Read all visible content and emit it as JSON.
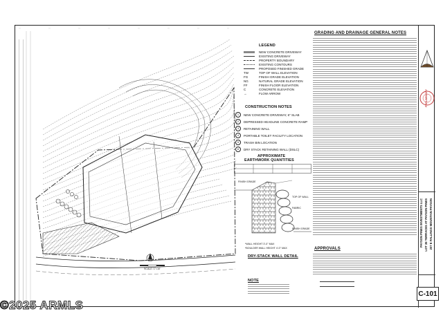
{
  "sheet": {
    "sheet_number": "C-101",
    "watermark": "©2025 ARMLS"
  },
  "site_plan": {
    "north_label": "N",
    "scale_label": "SCALE: 1\"=10'"
  },
  "legend": {
    "title": "LEGEND",
    "items": [
      {
        "label": "NEW CONCRETE DRIVEWAY",
        "style": "hatch"
      },
      {
        "label": "EXISTING DRIVEWAY",
        "style": "solid"
      },
      {
        "label": "PROPERTY BOUNDARY",
        "style": "dash"
      },
      {
        "label": "EXISTING CONTOURS",
        "style": "dash"
      },
      {
        "label": "PROPOSED FINISHED GRADE",
        "style": "solid"
      },
      {
        "label": "TOP OF WALL ELEVATION",
        "style": "text"
      },
      {
        "label": "FINISH GRADE ELEVATION",
        "style": "text"
      },
      {
        "label": "NATURAL GRADE ELEVATION",
        "style": "text"
      },
      {
        "label": "FINISH FLOOR ELEVATION",
        "style": "text"
      },
      {
        "label": "CONCRETE ELEVATION",
        "style": "text"
      },
      {
        "label": "FLOW ARROW",
        "style": "arrow"
      }
    ]
  },
  "construction_notes": {
    "title": "CONSTRUCTION NOTES",
    "items": [
      {
        "num": "1",
        "text": "NEW CONCRETE DRIVEWAY, 6\" SLAB"
      },
      {
        "num": "2",
        "text": "DEPRESSED HEADLINE CONCRETE RAMP"
      },
      {
        "num": "3",
        "text": "RETAINING WALL"
      },
      {
        "num": "4",
        "text": "PORTABLE TOILET FACILITY LOCATION"
      },
      {
        "num": "5",
        "text": "TRASH BIN LOCATION"
      },
      {
        "num": "6",
        "text": "DRY STACK RETAINING WALL (DSLC)"
      }
    ]
  },
  "earthwork": {
    "title_line1": "APPROXIMATE",
    "title_line2": "EARTHWORK QUANTITIES"
  },
  "wall_detail": {
    "title": "DRY-STACK WALL DETAIL",
    "labels": [
      "FINISH GRADE",
      "TOP OF WALL",
      "FABRIC",
      "FINISH GRADE"
    ],
    "footnotes": [
      "*WALL HEIGHT 3'-0\" MAX",
      "*BOULDER WALL HEIGHT 4'-0\" MAX"
    ]
  },
  "note": {
    "title": "NOTE"
  },
  "general_notes": {
    "title": "GRADING AND DRAINAGE GENERAL NOTES"
  },
  "approvals": {
    "title": "APPROVALS"
  },
  "title_block": {
    "project_lines": [
      "PAYSON PINES INVESTMENTS LLC",
      "LOT 26 TERRACES AT PAYSON PINES",
      "207 E FALLINGS MOUNTAIN PAYSON"
    ],
    "stamp_text": "PRELIMINARY"
  },
  "colors": {
    "line": "#333333",
    "faint": "#9a9a9a",
    "stamp_red": "#c43b3b"
  }
}
